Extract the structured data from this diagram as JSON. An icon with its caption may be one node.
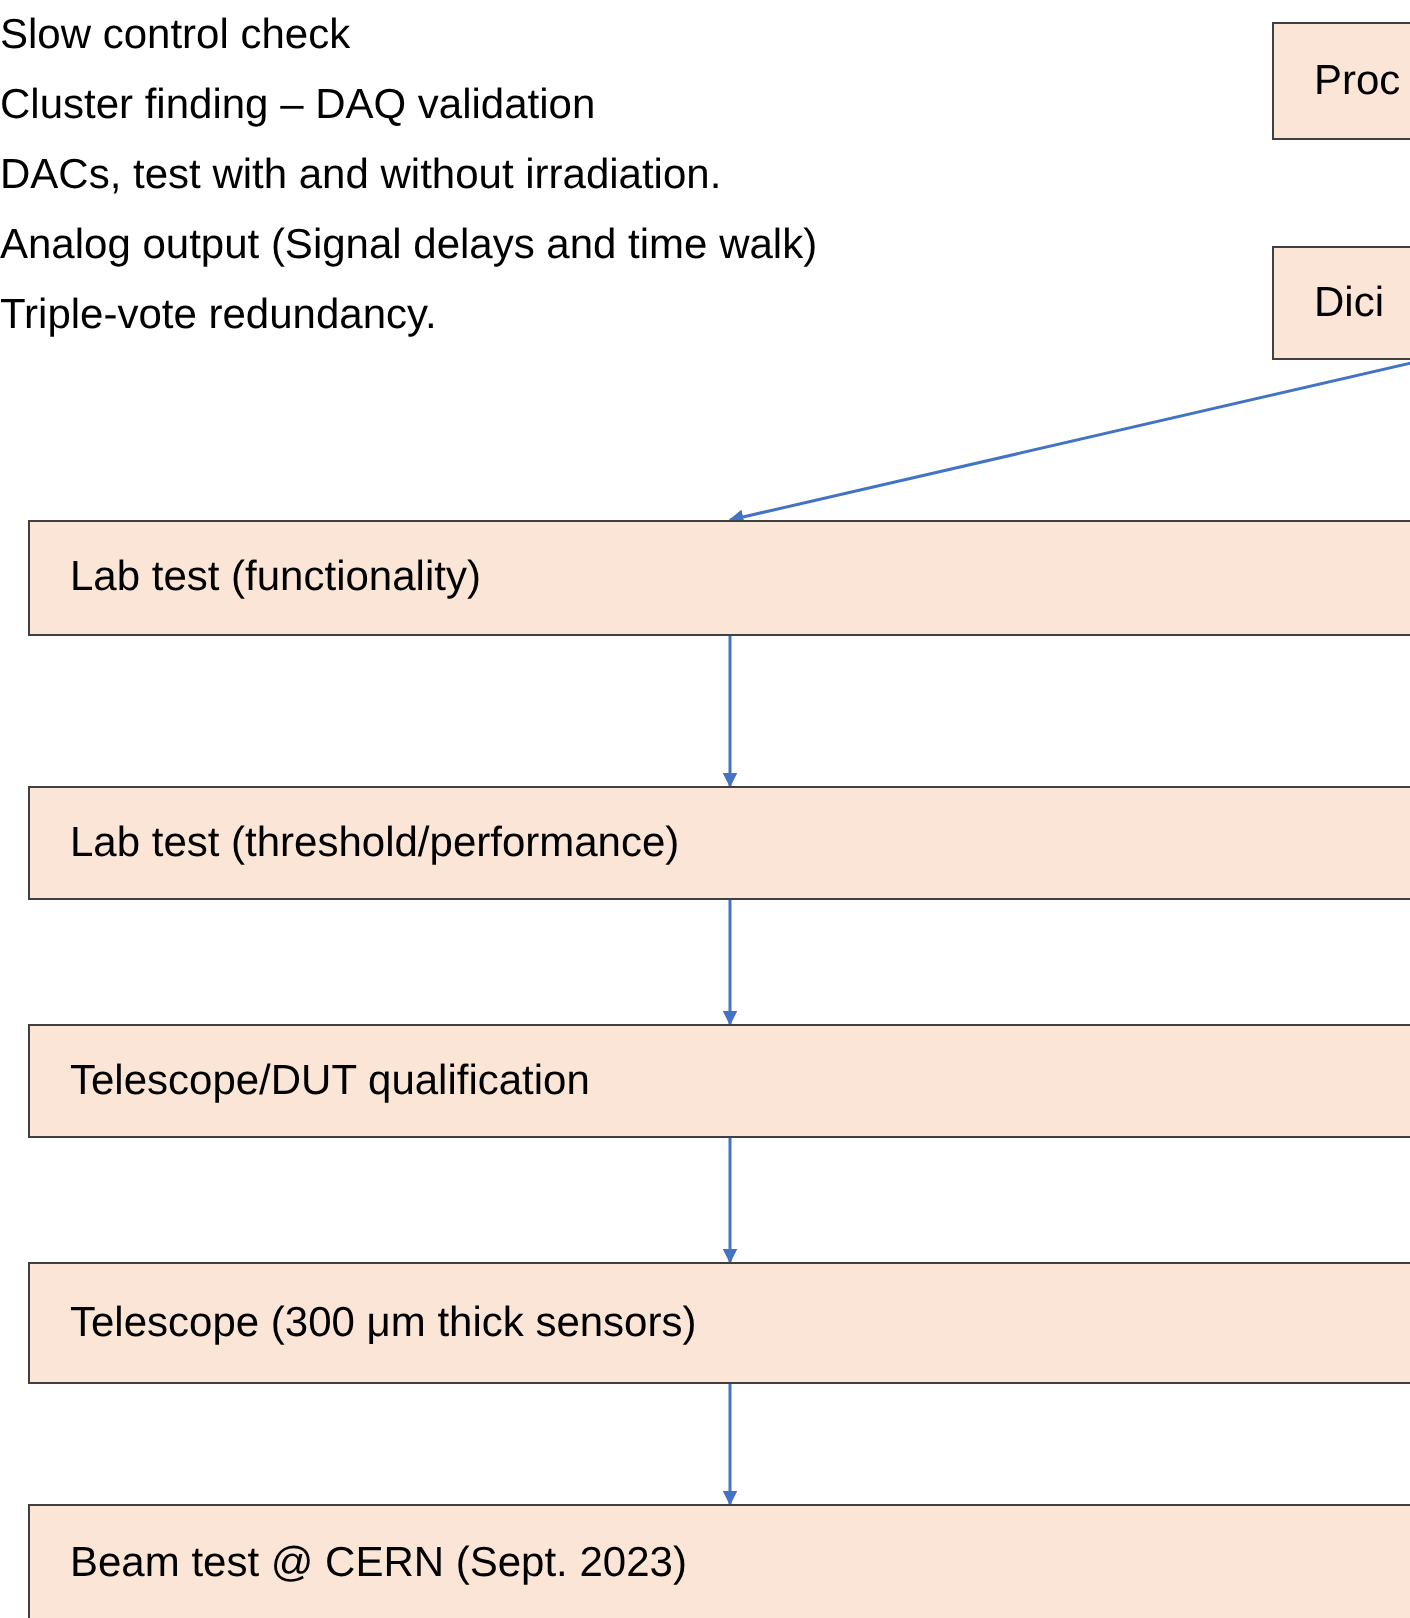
{
  "diagram": {
    "nodes": [
      {
        "text": [
          "Proc"
        ]
      },
      {
        "text": [
          "Dici"
        ]
      },
      {
        "text": [
          "Lab test (functionality)"
        ]
      },
      {
        "text": [
          "Lab test (threshold/performance)"
        ]
      },
      {
        "text": [
          "Telescope/DUT qualification"
        ]
      },
      {
        "text": [
          "Telescope (300 μm thick sensors)"
        ]
      },
      {
        "text": [
          "Beam test @ CERN (Sept. 2023)"
        ]
      }
    ],
    "edges": [
      {
        "from": 1,
        "to": 2,
        "arrow": "to"
      },
      {
        "from": 2,
        "to": 3,
        "arrow": "to"
      },
      {
        "from": 3,
        "to": 4,
        "arrow": "to"
      },
      {
        "from": 4,
        "to": 5,
        "arrow": "to"
      },
      {
        "from": 5,
        "to": 6,
        "arrow": "to"
      }
    ],
    "labels": [
      "Slow control check",
      "Cluster finding – DAQ validation",
      "DACs, test with and without irradiation.",
      "Analog output (Signal delays and time walk)",
      "Triple-vote redundancy."
    ]
  }
}
